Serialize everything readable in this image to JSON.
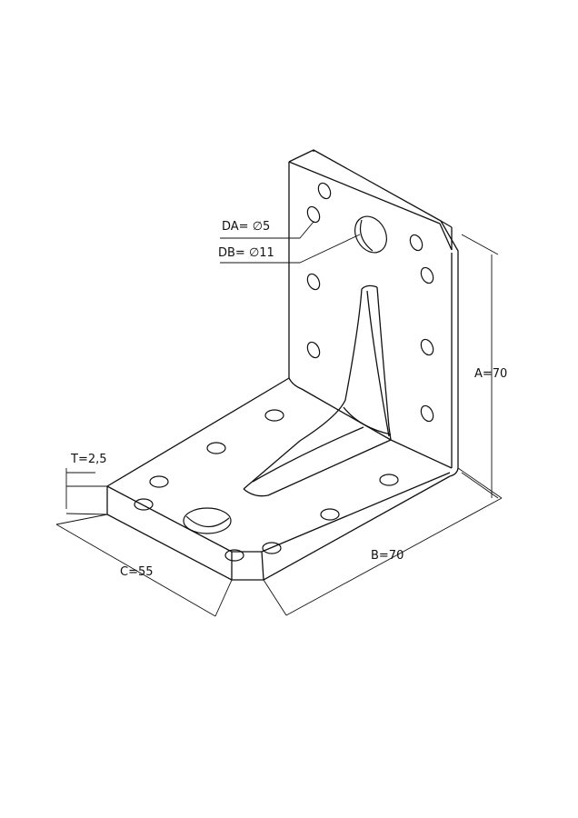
{
  "labels": {
    "da": "DA= ∅5",
    "db": "DB= ∅11",
    "a": "A=70",
    "b": "B=70",
    "c": "C=55",
    "t": "T=2,5"
  },
  "colors": {
    "line": "#111111",
    "background": "#ffffff"
  }
}
